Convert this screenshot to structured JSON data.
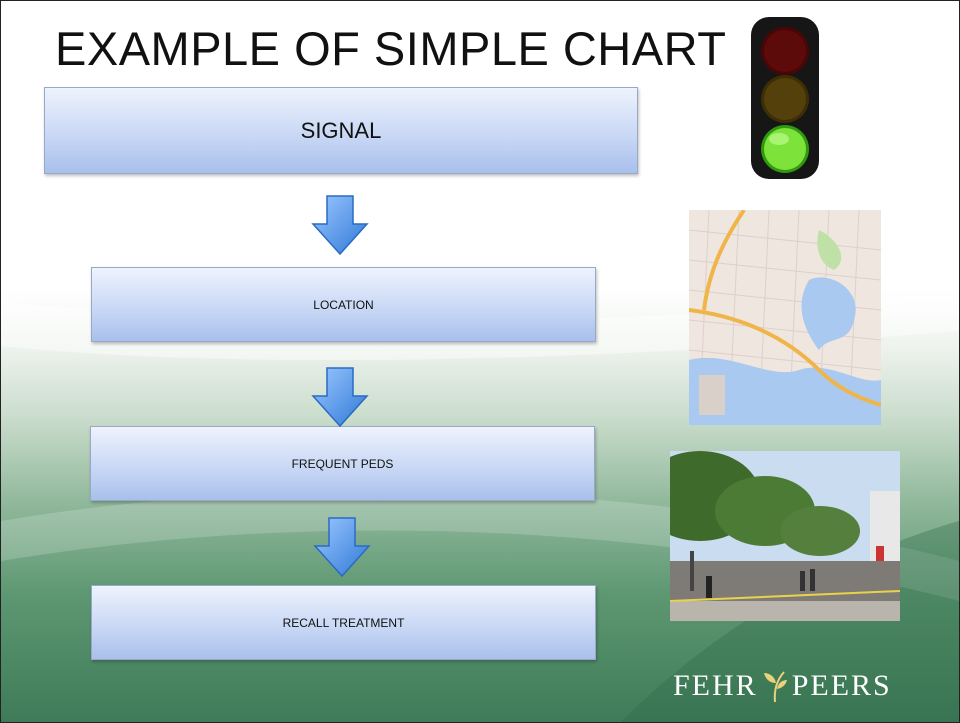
{
  "slide": {
    "title": "EXAMPLE OF SIMPLE CHART"
  },
  "flowchart": {
    "steps": [
      {
        "label": "SIGNAL"
      },
      {
        "label": "LOCATION"
      },
      {
        "label": "FREQUENT PEDS"
      },
      {
        "label": "RECALL TREATMENT"
      }
    ],
    "arrow_color": "#4a8fe0",
    "box_color": "#c9d8f5"
  },
  "images": {
    "traffic_light": "traffic-light-icon",
    "map": "city-map-image",
    "street": "street-crosswalk-photo"
  },
  "logo": {
    "left": "FEHR",
    "right": "PEERS"
  }
}
